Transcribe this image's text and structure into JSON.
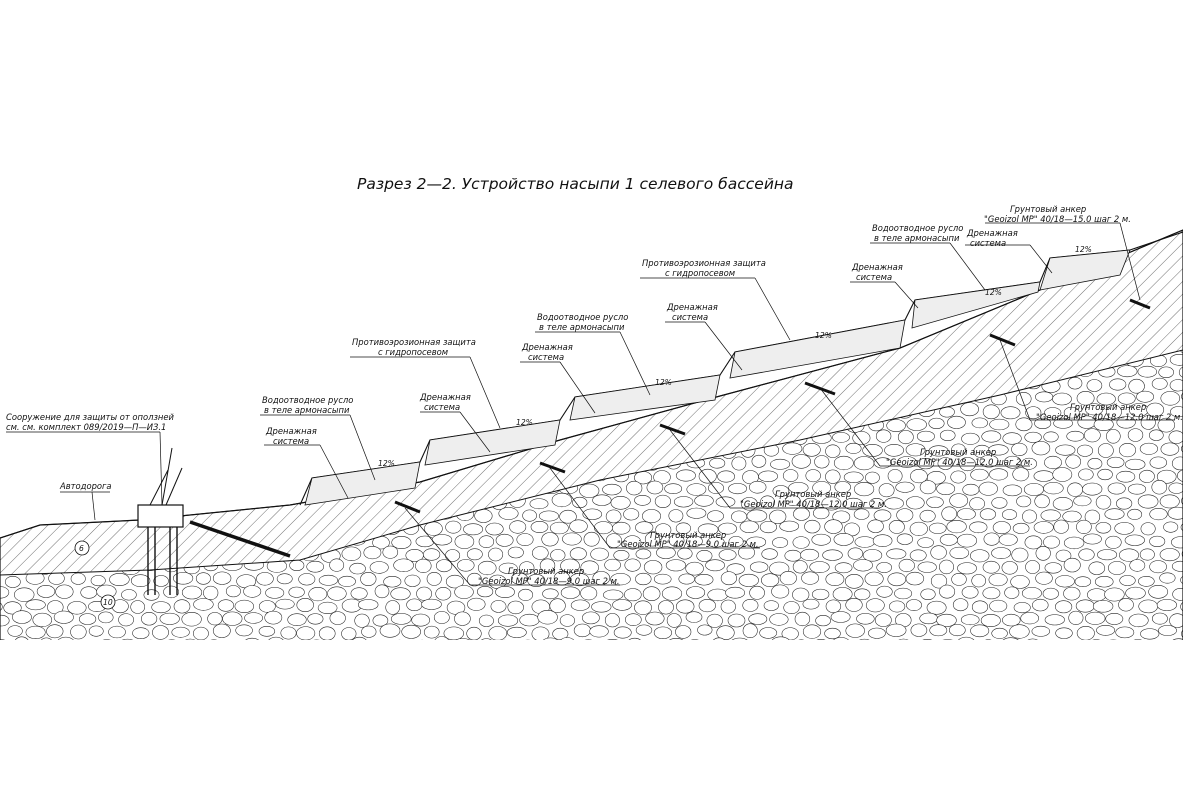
{
  "title": "Разрез 2—2. Устройство насыпи 1 селевого бассейна",
  "labels": {
    "structure_1": "Сооружение для защиты от оползней",
    "structure_2": "см. см. комплект 089/2019—П—ИЗ.1",
    "road": "Автодорога",
    "layer_6": "6",
    "layer_10": "10",
    "slope": "12%",
    "channel_1": "Водоотводное русло",
    "channel_2": "в теле армонасыпи",
    "drain_1": "Дренажная",
    "drain_2": "система",
    "erosion_1": "Противоэрозионная защита",
    "erosion_2": "с гидропосевом",
    "anchor_1": "Грунтовый анкер",
    "anchor_9": "\"Geoizol MP\" 40/18—9.0 шаг 2 м.",
    "anchor_12": "\"Geoizol MP\" 40/18—12.0 шаг 2 м.",
    "anchor_15": "\"Geoizol MP\" 40/18—15.0 шаг 2 м."
  },
  "colors": {
    "ink": "#111111",
    "background": "#ffffff"
  }
}
